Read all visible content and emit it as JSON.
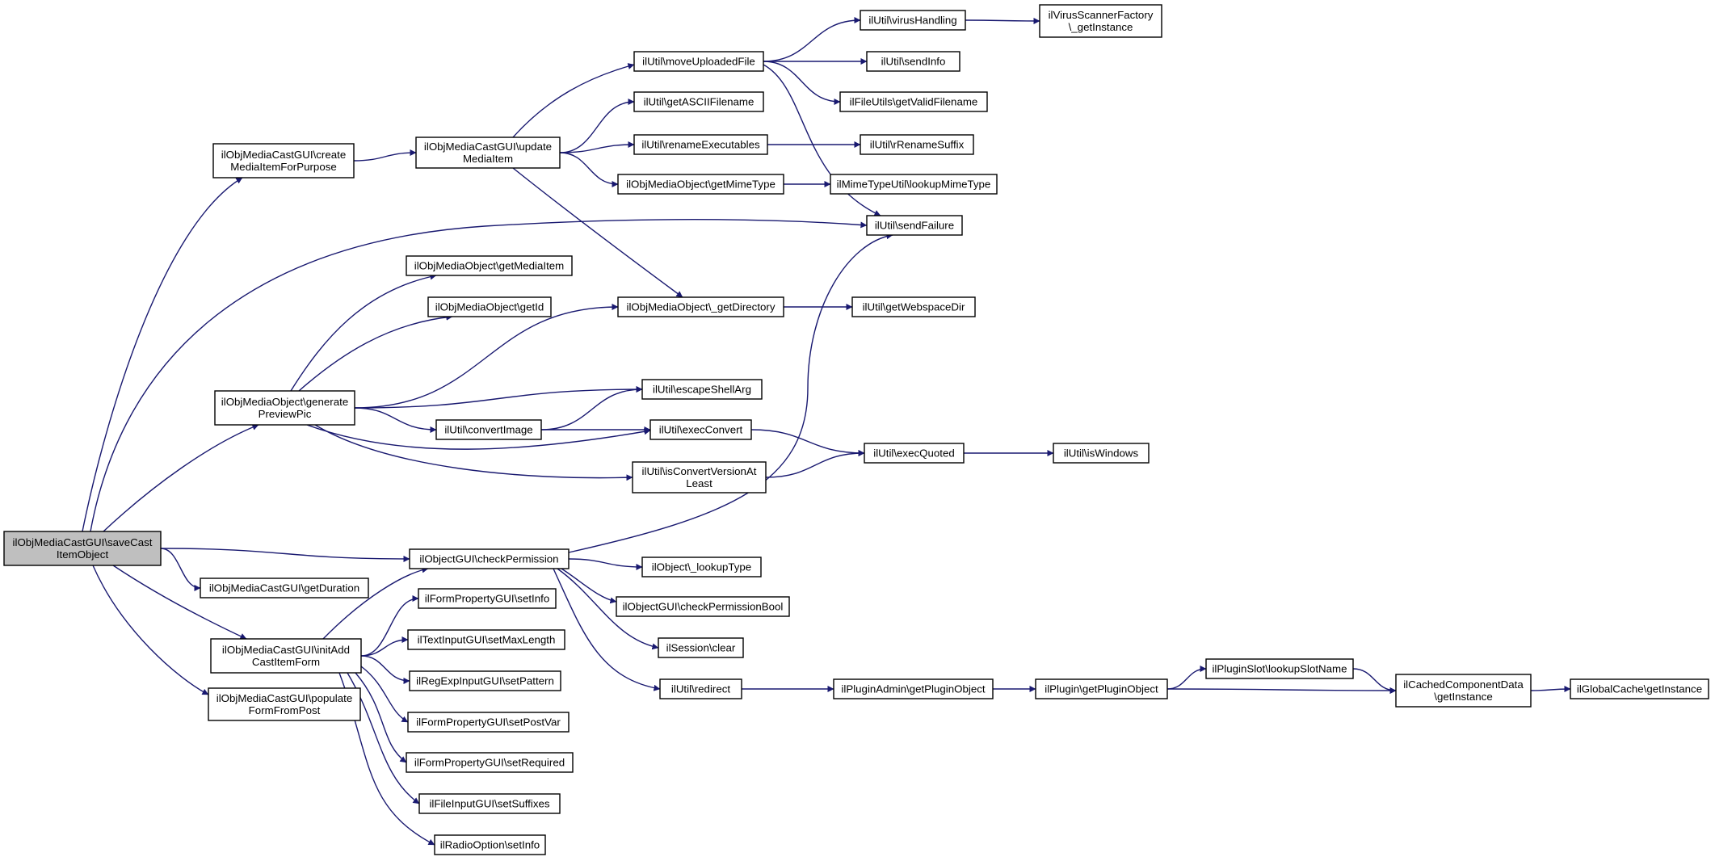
{
  "colors": {
    "edge": "#191970",
    "node_fill": "#ffffff",
    "root_fill": "#bfbfbf",
    "node_border": "#000000"
  },
  "nodes": [
    {
      "id": "root",
      "lines": [
        "ilObjMediaCastGUI\\saveCast",
        "ItemObject"
      ],
      "root": true
    },
    {
      "id": "createMediaItem",
      "lines": [
        "ilObjMediaCastGUI\\create",
        "MediaItemForPurpose"
      ]
    },
    {
      "id": "updateMediaItem",
      "lines": [
        "ilObjMediaCastGUI\\update",
        "MediaItem"
      ]
    },
    {
      "id": "moveUploaded",
      "lines": [
        "ilUtil\\moveUploadedFile"
      ]
    },
    {
      "id": "virusHandling",
      "lines": [
        "ilUtil\\virusHandling"
      ]
    },
    {
      "id": "virusScanner",
      "lines": [
        "ilVirusScannerFactory",
        "\\_getInstance"
      ]
    },
    {
      "id": "sendInfo",
      "lines": [
        "ilUtil\\sendInfo"
      ]
    },
    {
      "id": "getValidFilename",
      "lines": [
        "ilFileUtils\\getValidFilename"
      ]
    },
    {
      "id": "getASCII",
      "lines": [
        "ilUtil\\getASCIIFilename"
      ]
    },
    {
      "id": "renameExec",
      "lines": [
        "ilUtil\\renameExecutables"
      ]
    },
    {
      "id": "rRename",
      "lines": [
        "ilUtil\\rRenameSuffix"
      ]
    },
    {
      "id": "getMimeType",
      "lines": [
        "ilObjMediaObject\\getMimeType"
      ]
    },
    {
      "id": "lookupMime",
      "lines": [
        "ilMimeTypeUtil\\lookupMimeType"
      ]
    },
    {
      "id": "sendFailure",
      "lines": [
        "ilUtil\\sendFailure"
      ]
    },
    {
      "id": "getMediaItem",
      "lines": [
        "ilObjMediaObject\\getMediaItem"
      ]
    },
    {
      "id": "getId",
      "lines": [
        "ilObjMediaObject\\getId"
      ]
    },
    {
      "id": "getDirectory",
      "lines": [
        "ilObjMediaObject\\_getDirectory"
      ]
    },
    {
      "id": "getWebspace",
      "lines": [
        "ilUtil\\getWebspaceDir"
      ]
    },
    {
      "id": "generatePreview",
      "lines": [
        "ilObjMediaObject\\generate",
        "PreviewPic"
      ]
    },
    {
      "id": "escapeShell",
      "lines": [
        "ilUtil\\escapeShellArg"
      ]
    },
    {
      "id": "convertImage",
      "lines": [
        "ilUtil\\convertImage"
      ]
    },
    {
      "id": "execConvert",
      "lines": [
        "ilUtil\\execConvert"
      ]
    },
    {
      "id": "isConvertVersion",
      "lines": [
        "ilUtil\\isConvertVersionAt",
        "Least"
      ]
    },
    {
      "id": "execQuoted",
      "lines": [
        "ilUtil\\execQuoted"
      ]
    },
    {
      "id": "isWindows",
      "lines": [
        "ilUtil\\isWindows"
      ]
    },
    {
      "id": "checkPermission",
      "lines": [
        "ilObjectGUI\\checkPermission"
      ]
    },
    {
      "id": "lookupType",
      "lines": [
        "ilObject\\_lookupType"
      ]
    },
    {
      "id": "checkPermBool",
      "lines": [
        "ilObjectGUI\\checkPermissionBool"
      ]
    },
    {
      "id": "sessionClear",
      "lines": [
        "ilSession\\clear"
      ]
    },
    {
      "id": "redirect",
      "lines": [
        "ilUtil\\redirect"
      ]
    },
    {
      "id": "pluginAdmin",
      "lines": [
        "ilPluginAdmin\\getPluginObject"
      ]
    },
    {
      "id": "pluginGet",
      "lines": [
        "ilPlugin\\getPluginObject"
      ]
    },
    {
      "id": "lookupSlot",
      "lines": [
        "ilPluginSlot\\lookupSlotName"
      ]
    },
    {
      "id": "cachedComp",
      "lines": [
        "ilCachedComponentData",
        "\\getInstance"
      ]
    },
    {
      "id": "globalCache",
      "lines": [
        "ilGlobalCache\\getInstance"
      ]
    },
    {
      "id": "getDuration",
      "lines": [
        "ilObjMediaCastGUI\\getDuration"
      ]
    },
    {
      "id": "initAdd",
      "lines": [
        "ilObjMediaCastGUI\\initAdd",
        "CastItemForm"
      ]
    },
    {
      "id": "populateForm",
      "lines": [
        "ilObjMediaCastGUI\\populate",
        "FormFromPost"
      ]
    },
    {
      "id": "fpSetInfo",
      "lines": [
        "ilFormPropertyGUI\\setInfo"
      ]
    },
    {
      "id": "setMaxLength",
      "lines": [
        "ilTextInputGUI\\setMaxLength"
      ]
    },
    {
      "id": "setPattern",
      "lines": [
        "ilRegExpInputGUI\\setPattern"
      ]
    },
    {
      "id": "setPostVar",
      "lines": [
        "ilFormPropertyGUI\\setPostVar"
      ]
    },
    {
      "id": "setRequired",
      "lines": [
        "ilFormPropertyGUI\\setRequired"
      ]
    },
    {
      "id": "setSuffixes",
      "lines": [
        "ilFileInputGUI\\setSuffixes"
      ]
    },
    {
      "id": "radioSetInfo",
      "lines": [
        "ilRadioOption\\setInfo"
      ]
    }
  ],
  "edges": [
    [
      "root",
      "createMediaItem"
    ],
    [
      "root",
      "sendFailure"
    ],
    [
      "root",
      "generatePreview"
    ],
    [
      "root",
      "checkPermission"
    ],
    [
      "root",
      "getDuration"
    ],
    [
      "root",
      "initAdd"
    ],
    [
      "root",
      "populateForm"
    ],
    [
      "createMediaItem",
      "updateMediaItem"
    ],
    [
      "updateMediaItem",
      "moveUploaded"
    ],
    [
      "updateMediaItem",
      "getASCII"
    ],
    [
      "updateMediaItem",
      "renameExec"
    ],
    [
      "updateMediaItem",
      "getMimeType"
    ],
    [
      "updateMediaItem",
      "getDirectory"
    ],
    [
      "moveUploaded",
      "virusHandling"
    ],
    [
      "moveUploaded",
      "sendInfo"
    ],
    [
      "moveUploaded",
      "getValidFilename"
    ],
    [
      "moveUploaded",
      "sendFailure"
    ],
    [
      "virusHandling",
      "virusScanner"
    ],
    [
      "renameExec",
      "rRename"
    ],
    [
      "getMimeType",
      "lookupMime"
    ],
    [
      "getDirectory",
      "getWebspace"
    ],
    [
      "generatePreview",
      "getMediaItem"
    ],
    [
      "generatePreview",
      "getId"
    ],
    [
      "generatePreview",
      "getDirectory"
    ],
    [
      "generatePreview",
      "escapeShell"
    ],
    [
      "generatePreview",
      "convertImage"
    ],
    [
      "generatePreview",
      "execConvert"
    ],
    [
      "generatePreview",
      "isConvertVersion"
    ],
    [
      "convertImage",
      "escapeShell"
    ],
    [
      "convertImage",
      "execConvert"
    ],
    [
      "execConvert",
      "execQuoted"
    ],
    [
      "isConvertVersion",
      "execQuoted"
    ],
    [
      "execQuoted",
      "isWindows"
    ],
    [
      "checkPermission",
      "sendFailure"
    ],
    [
      "checkPermission",
      "lookupType"
    ],
    [
      "checkPermission",
      "checkPermBool"
    ],
    [
      "checkPermission",
      "sessionClear"
    ],
    [
      "checkPermission",
      "redirect"
    ],
    [
      "redirect",
      "pluginAdmin"
    ],
    [
      "pluginAdmin",
      "pluginGet"
    ],
    [
      "pluginGet",
      "lookupSlot"
    ],
    [
      "pluginGet",
      "cachedComp"
    ],
    [
      "lookupSlot",
      "cachedComp"
    ],
    [
      "cachedComp",
      "globalCache"
    ],
    [
      "initAdd",
      "checkPermission"
    ],
    [
      "initAdd",
      "fpSetInfo"
    ],
    [
      "initAdd",
      "setMaxLength"
    ],
    [
      "initAdd",
      "setPattern"
    ],
    [
      "initAdd",
      "setPostVar"
    ],
    [
      "initAdd",
      "setRequired"
    ],
    [
      "initAdd",
      "setSuffixes"
    ],
    [
      "initAdd",
      "radioSetInfo"
    ]
  ]
}
